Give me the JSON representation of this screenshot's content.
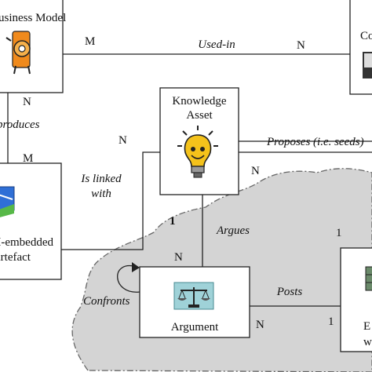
{
  "entities": {
    "business_model": "Business Model",
    "context": "Co",
    "knowledge_asset_line1": "Knowledge",
    "knowledge_asset_line2": "Asset",
    "artefact_line1": "BM-embedded",
    "artefact_line2": "artefact",
    "argument": "Argument",
    "right_bottom_line1": "E",
    "right_bottom_line2": "w"
  },
  "relations": {
    "used_in": "Used-in",
    "produces": "produces",
    "is_linked_with_line1": "Is linked",
    "is_linked_with_line2": "with",
    "proposes": "Proposes (i.e. seeds)",
    "argues": "Argues",
    "confronts": "Confronts",
    "posts": "Posts"
  },
  "cardinalities": {
    "used_in_left": "M",
    "used_in_right": "N",
    "produces_top": "N",
    "produces_bottom": "M",
    "linked_left": "N",
    "proposes_left": "N",
    "argues_top": "1",
    "argues_bottom": "N",
    "right_box_top": "1",
    "posts_left": "N",
    "posts_right": "1"
  },
  "icons": {
    "business_model": "gear-figure-icon",
    "knowledge_asset": "lightbulb-icon",
    "artefact": "document-chart-icon",
    "argument": "scales-icon",
    "right_bottom": "bookshelf-icon",
    "context": "person-icon"
  },
  "colors": {
    "community_cloud": "#d4d4d4",
    "cloud_outline": "#666666",
    "lightbulb": "#f4c21b",
    "gear": "#f08a1c",
    "argument_bg": "#9fd2d8"
  }
}
